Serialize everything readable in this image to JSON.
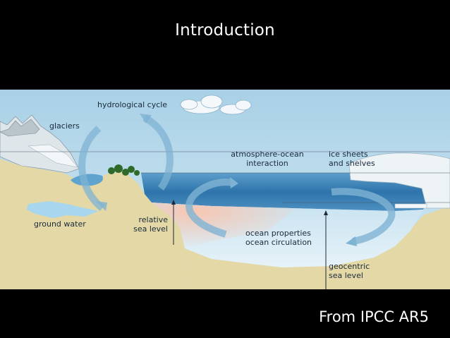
{
  "slide": {
    "title": "Introduction",
    "caption": "From IPCC AR5"
  },
  "diagram": {
    "labels": {
      "hydrological_cycle": "hydrological cycle",
      "glaciers": "glaciers",
      "atmosphere_ocean": "atmosphere-ocean\ninteraction",
      "ice_sheets": "ice sheets\nand shelves",
      "ground_water": "ground water",
      "relative_sea_level": "relative\nsea level",
      "ocean_properties": "ocean properties\nocean circulation",
      "geocentric_sea_level": "geocentric\nsea level"
    }
  },
  "colors": {
    "sky": "#b9dcec",
    "land": "#e3d8a6",
    "ocean": "#3f86b8",
    "ocean_light": "#a9cfe6",
    "warm_water": "#f3c9b6",
    "ice": "#eef3f6",
    "arrow": "#7fb3d3"
  }
}
